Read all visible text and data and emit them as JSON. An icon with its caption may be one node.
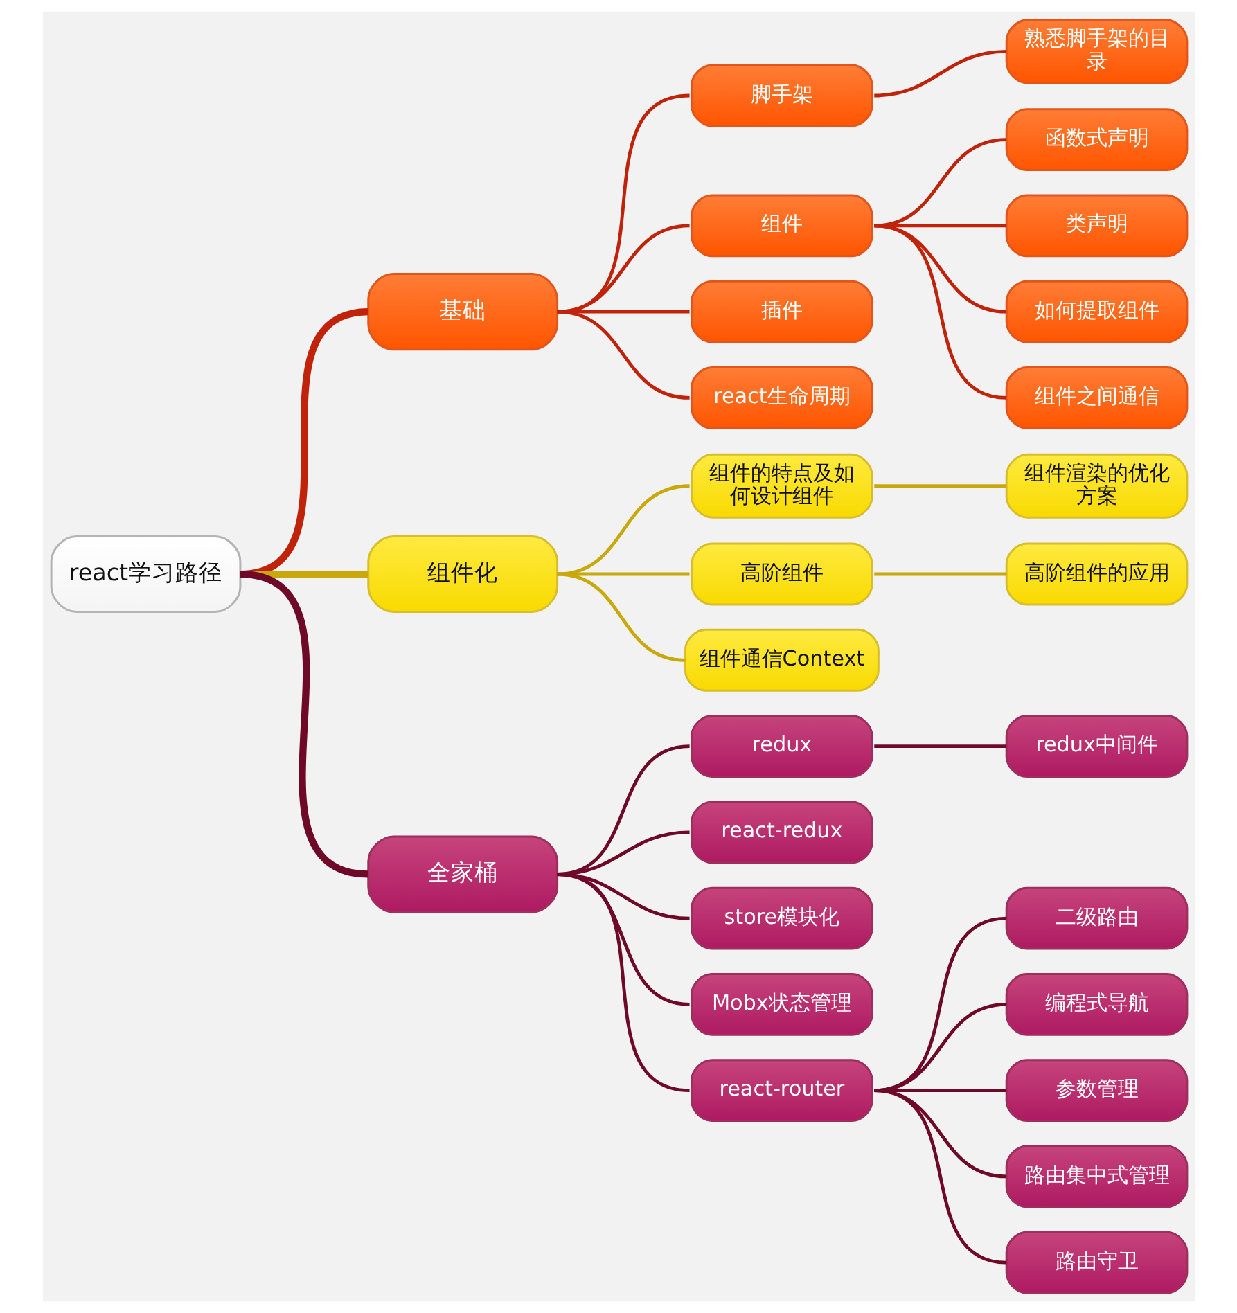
{
  "diagram": {
    "nodes": [
      {
        "text": [
          "react学习路径"
        ]
      },
      {
        "text": [
          "基础"
        ]
      },
      {
        "text": [
          "脚手架"
        ]
      },
      {
        "text": [
          "熟悉脚手架的目录"
        ]
      },
      {
        "text": [
          "组件"
        ]
      },
      {
        "text": [
          "函数式声明"
        ]
      },
      {
        "text": [
          "类声明"
        ]
      },
      {
        "text": [
          "如何提取组件"
        ]
      },
      {
        "text": [
          "组件之间通信"
        ]
      },
      {
        "text": [
          "插件"
        ]
      },
      {
        "text": [
          "react生命周期"
        ]
      },
      {
        "text": [
          "组件化"
        ]
      },
      {
        "text": [
          "组件的特点及如何设计组件"
        ]
      },
      {
        "text": [
          "组件渲染的优化方案"
        ]
      },
      {
        "text": [
          "高阶组件"
        ]
      },
      {
        "text": [
          "高阶组件的应用"
        ]
      },
      {
        "text": [
          "组件通信Context"
        ]
      },
      {
        "text": [
          "全家桶"
        ]
      },
      {
        "text": [
          "redux"
        ]
      },
      {
        "text": [
          "redux中间件"
        ]
      },
      {
        "text": [
          "react-redux"
        ]
      },
      {
        "text": [
          "store模块化"
        ]
      },
      {
        "text": [
          "Mobx状态管理"
        ]
      },
      {
        "text": [
          "react-router"
        ]
      },
      {
        "text": [
          "二级路由"
        ]
      },
      {
        "text": [
          "编程式导航"
        ]
      },
      {
        "text": [
          "参数管理"
        ]
      },
      {
        "text": [
          "路由集中式管理"
        ]
      },
      {
        "text": [
          "路由守卫"
        ]
      }
    ],
    "edges": [
      {
        "from": 0,
        "to": 1,
        "arrow": "none",
        "style": "thick",
        "color": "#c0220a"
      },
      {
        "from": 1,
        "to": 2,
        "arrow": "none",
        "color": "#c0220a"
      },
      {
        "from": 2,
        "to": 3,
        "arrow": "none",
        "color": "#c0220a"
      },
      {
        "from": 1,
        "to": 4,
        "arrow": "none",
        "color": "#c0220a"
      },
      {
        "from": 4,
        "to": 5,
        "arrow": "none",
        "color": "#c0220a"
      },
      {
        "from": 4,
        "to": 6,
        "arrow": "none",
        "color": "#c0220a"
      },
      {
        "from": 4,
        "to": 7,
        "arrow": "none",
        "color": "#c0220a"
      },
      {
        "from": 4,
        "to": 8,
        "arrow": "none",
        "color": "#c0220a"
      },
      {
        "from": 1,
        "to": 9,
        "arrow": "none",
        "color": "#c0220a"
      },
      {
        "from": 1,
        "to": 10,
        "arrow": "none",
        "color": "#c0220a"
      },
      {
        "from": 0,
        "to": 11,
        "arrow": "none",
        "style": "thick",
        "color": "#c8a80a"
      },
      {
        "from": 11,
        "to": 12,
        "arrow": "none",
        "color": "#c8a80a"
      },
      {
        "from": 12,
        "to": 13,
        "arrow": "none",
        "color": "#c8a80a"
      },
      {
        "from": 11,
        "to": 14,
        "arrow": "none",
        "color": "#c8a80a"
      },
      {
        "from": 14,
        "to": 15,
        "arrow": "none",
        "color": "#c8a80a"
      },
      {
        "from": 11,
        "to": 16,
        "arrow": "none",
        "color": "#c8a80a"
      },
      {
        "from": 0,
        "to": 17,
        "arrow": "none",
        "style": "thick"
      },
      {
        "from": 17,
        "to": 18,
        "arrow": "none"
      },
      {
        "from": 18,
        "to": 19,
        "arrow": "none"
      },
      {
        "from": 17,
        "to": 20,
        "arrow": "none"
      },
      {
        "from": 17,
        "to": 21,
        "arrow": "none"
      },
      {
        "from": 17,
        "to": 22,
        "arrow": "none"
      },
      {
        "from": 17,
        "to": 23,
        "arrow": "none"
      },
      {
        "from": 23,
        "to": 24,
        "arrow": "none"
      },
      {
        "from": 23,
        "to": 25,
        "arrow": "none"
      },
      {
        "from": 23,
        "to": 26,
        "arrow": "none"
      },
      {
        "from": 23,
        "to": 27,
        "arrow": "none"
      },
      {
        "from": 23,
        "to": 28,
        "arrow": "none"
      }
    ]
  }
}
